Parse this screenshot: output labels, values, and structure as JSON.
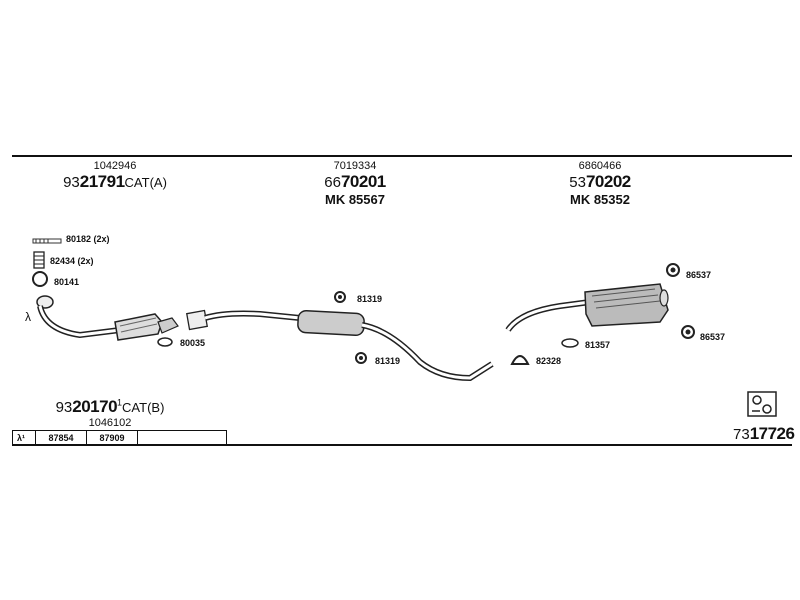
{
  "sections": {
    "front": {
      "ref_number": "1042946",
      "part_prefix": "93",
      "part_main": "21791",
      "part_suffix": "CAT(A)"
    },
    "middle": {
      "ref_number": "7019334",
      "part_prefix": "66",
      "part_main": "70201",
      "mk_code": "MK 85567"
    },
    "rear": {
      "ref_number": "6860466",
      "part_prefix": "53",
      "part_main": "70202",
      "mk_code": "MK 85352"
    }
  },
  "callouts": {
    "c80182": "80182 (2x)",
    "c82434": "82434 (2x)",
    "c80141": "80141",
    "c80035": "80035",
    "c81319_top": "81319",
    "c81319_bottom": "81319",
    "c86537_top": "86537",
    "c86537_bottom": "86537",
    "c81357": "81357",
    "c82328": "82328",
    "lambda": "λ"
  },
  "catalyst_b": {
    "part_prefix": "93",
    "part_main": "20170",
    "part_suffix": "CAT(B)",
    "ref_number": "1046102"
  },
  "sensor_table": {
    "lambda_label": "λ¹",
    "cells": [
      "87854",
      "87909",
      ""
    ]
  },
  "kit": {
    "part_prefix": "73",
    "part_main": "17726"
  }
}
